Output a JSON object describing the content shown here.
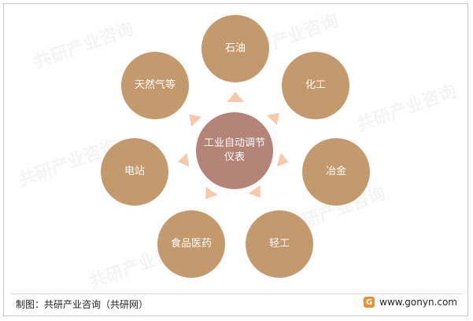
{
  "diagram": {
    "center": "工业自动调节仪表",
    "nodes": [
      "石油",
      "化工",
      "冶金",
      "轻工",
      "食品医药",
      "电站",
      "天然气等"
    ]
  },
  "footer": {
    "source": "制图：共研产业咨询（共研网）",
    "url": "www.gonyn.com"
  },
  "watermark": "共研产业咨询",
  "colors": {
    "node": "#c49a6c",
    "center": "#b48478",
    "arrow": "#f7c9a8"
  }
}
